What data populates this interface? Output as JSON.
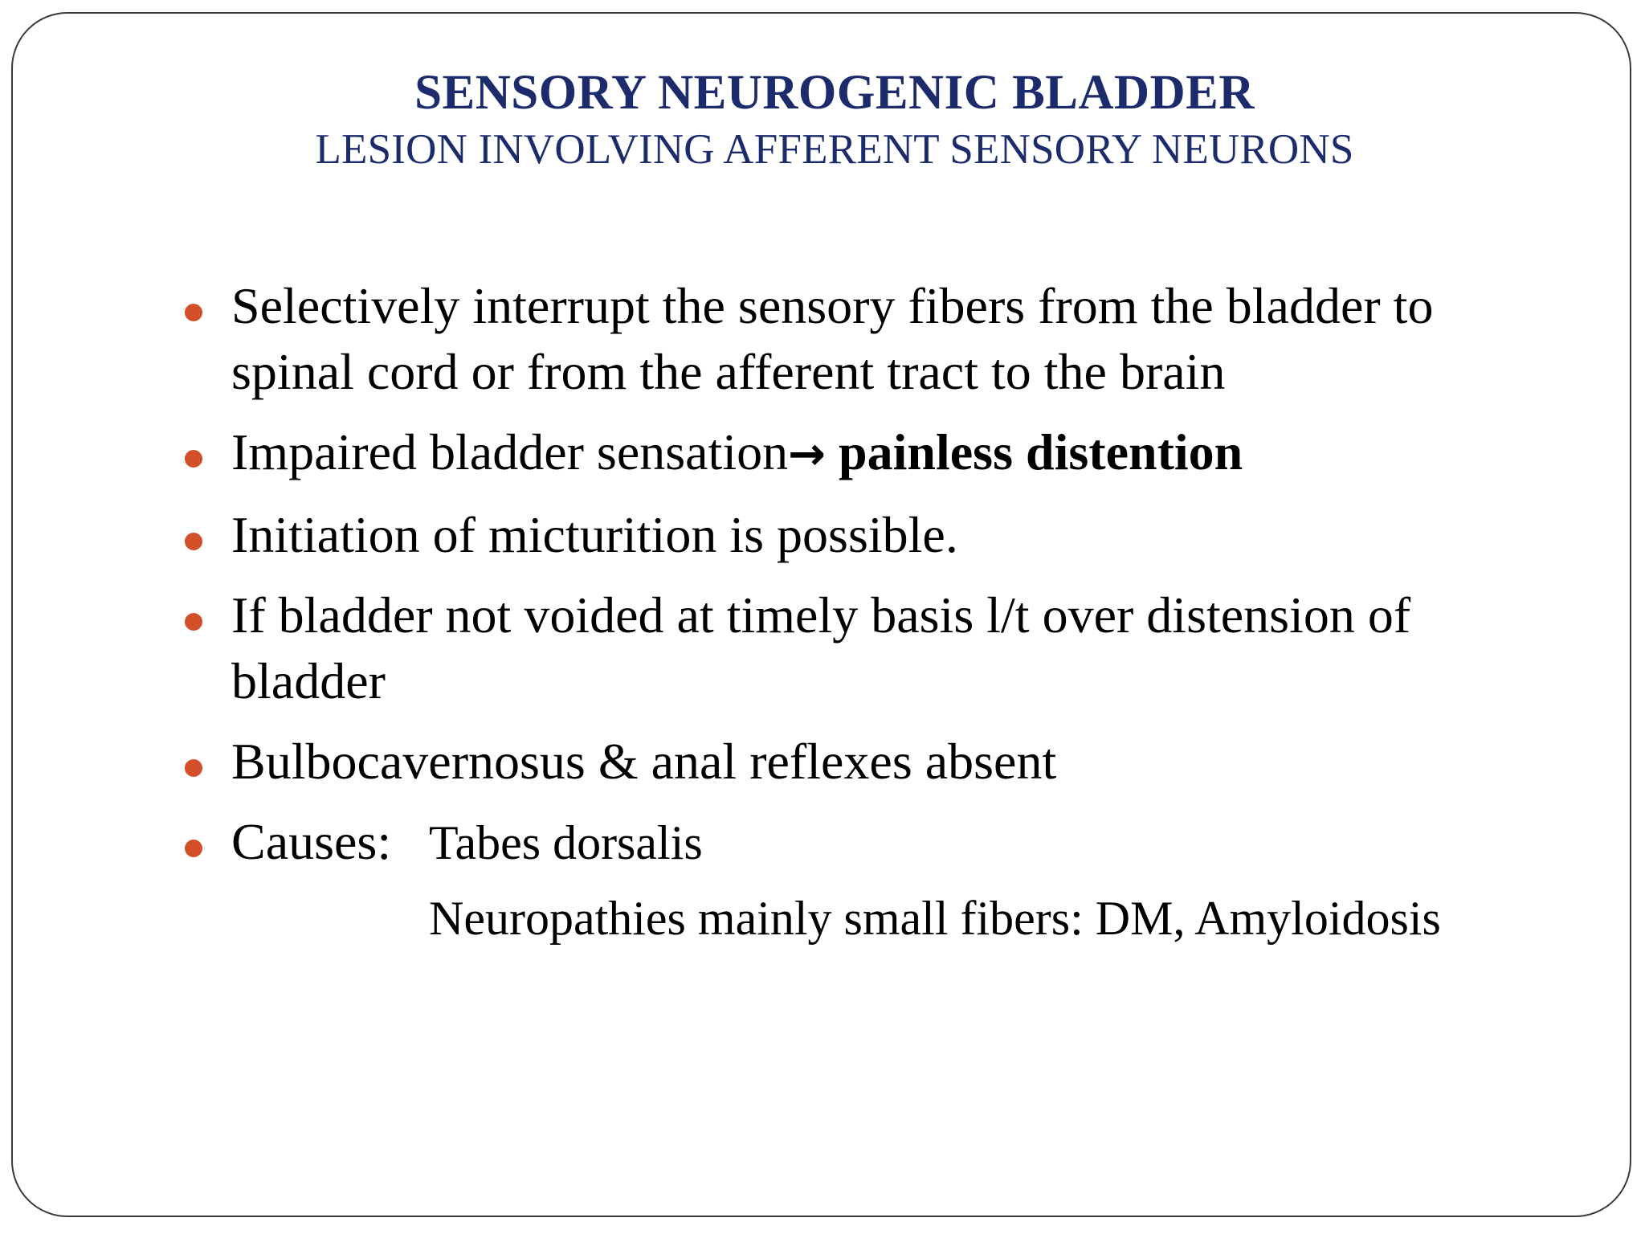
{
  "slide": {
    "title": "SENSORY NEUROGENIC BLADDER",
    "subtitle": "LESION INVOLVING AFFERENT SENSORY NEURONS",
    "bullets": [
      {
        "text": "Selectively interrupt the sensory fibers from the bladder to spinal cord or from the afferent tract to the brain"
      },
      {
        "text": "Impaired bladder sensation",
        "arrow": "→",
        "bold": " painless distention"
      },
      {
        "text": "Initiation of micturition is possible."
      },
      {
        "text": "If bladder not voided at timely basis l/t over distension of bladder"
      },
      {
        "text": "Bulbocavernosus & anal reflexes absent"
      }
    ],
    "causes": {
      "label": "Causes:",
      "items": [
        "Tabes dorsalis",
        "Neuropathies mainly small fibers: DM, Amyloidosis"
      ]
    }
  },
  "colors": {
    "title": "#1b2b6b",
    "bullet": "#d24f2a",
    "text": "#000000"
  }
}
